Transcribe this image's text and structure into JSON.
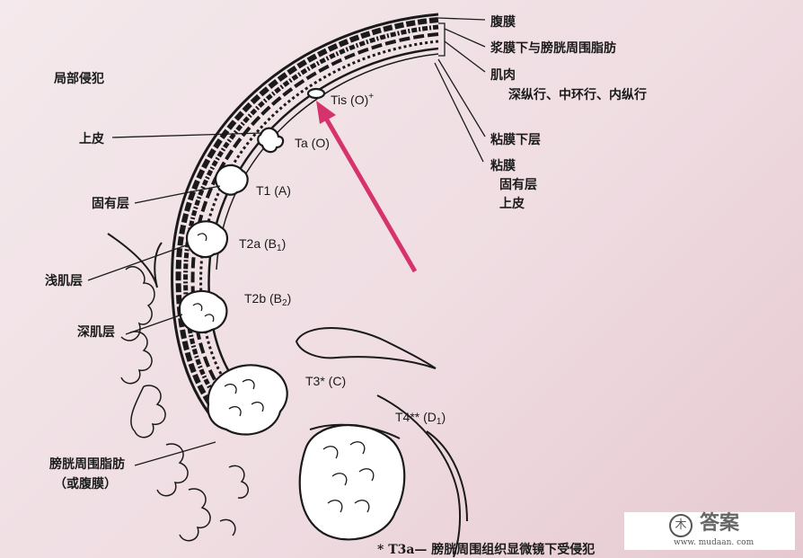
{
  "left_labels": {
    "local_invasion": "局部侵犯",
    "epithelium": "上皮",
    "lamina_propria": "固有层",
    "superficial_muscle": "浅肌层",
    "deep_muscle": "深肌层",
    "perivesical_fat": "膀胱周围脂肪",
    "or_peritoneum": "（或腹膜）"
  },
  "stage_labels": {
    "tis": {
      "main": "Tis (O)",
      "sup": "+"
    },
    "ta": "Ta (O)",
    "t1": "T1 (A)",
    "t2a": {
      "main": "T2a (B",
      "sub": "1",
      "end": ")"
    },
    "t2b": {
      "main": "T2b (B",
      "sub": "2",
      "end": ")"
    },
    "t3": "T3* (C)",
    "t4": {
      "main": "T4** (D",
      "sub": "1",
      "end": ")"
    }
  },
  "right_labels": {
    "peritoneum": "腹膜",
    "subserosa": "浆膜下与膀胱周围脂肪",
    "muscle": "肌肉",
    "muscle_layers": "深纵行、中环行、内纵行",
    "submucosa": "粘膜下层",
    "mucosa": "粘膜",
    "mucosa_lamina": "固有层",
    "mucosa_epithelium": "上皮"
  },
  "footnote": "* T3a— 膀胱周围组织显微镜下受侵犯",
  "watermark": {
    "logo": "木",
    "brand": "答案",
    "url": "www. mudaan. com"
  },
  "colors": {
    "arrow": "#d6336c",
    "background": "#f0e1e5",
    "ink": "#1a1a1a"
  },
  "icons": {
    "arrow": "pointer-arrow-icon"
  }
}
